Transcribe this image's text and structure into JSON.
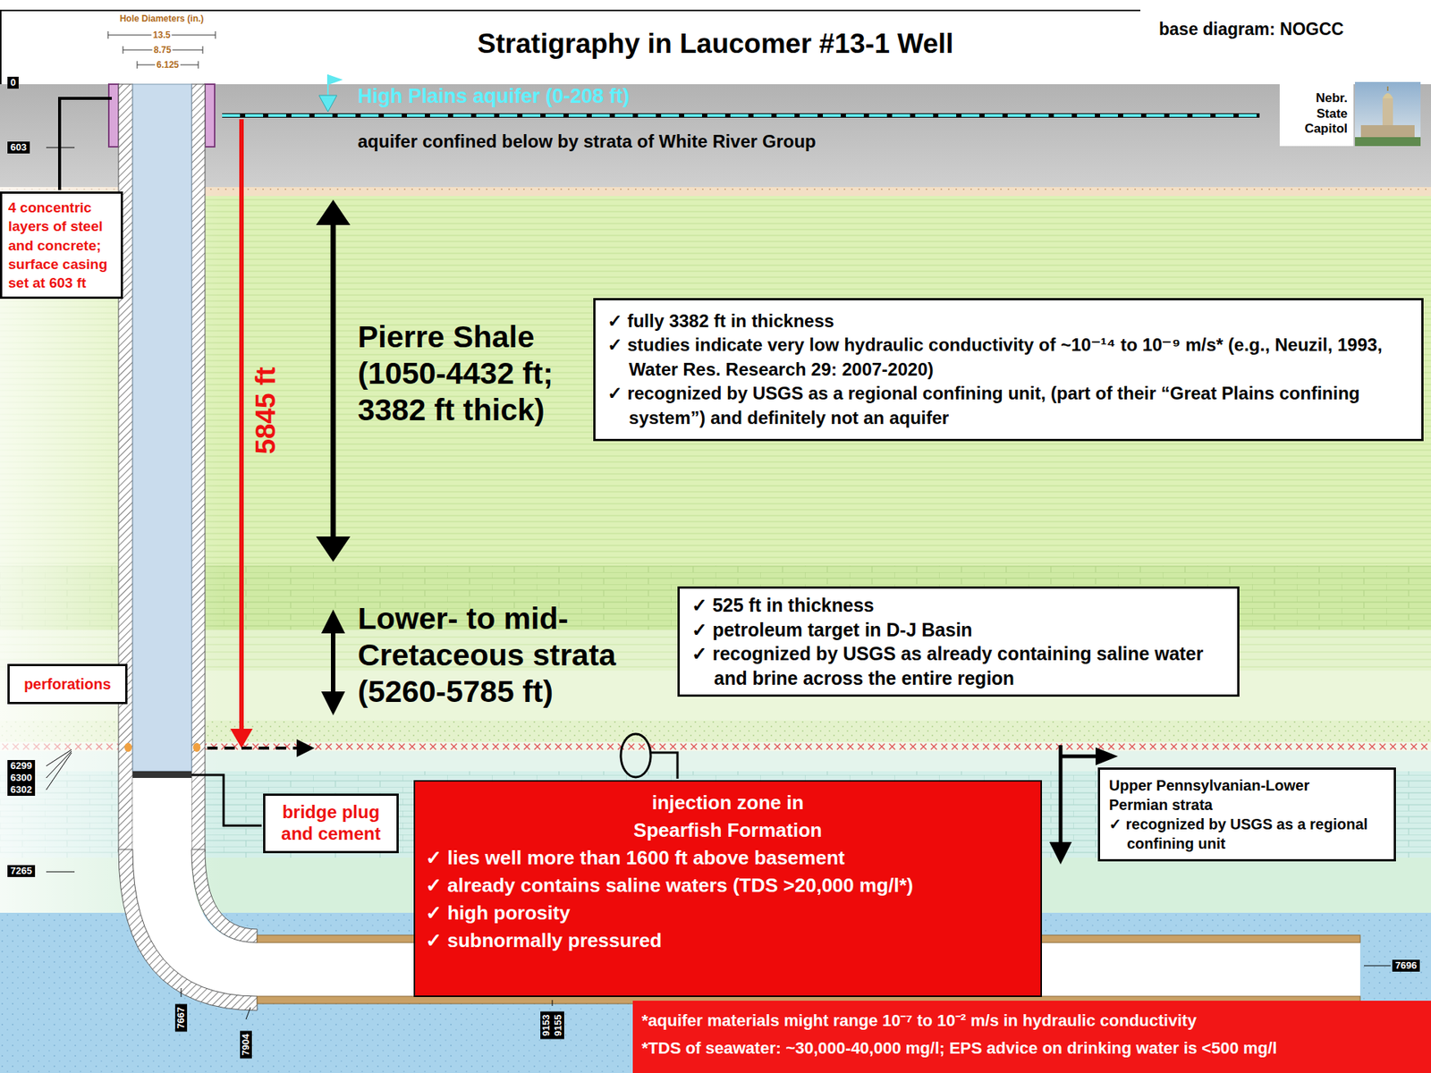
{
  "diagram": {
    "title": "Stratigraphy in Laucomer #13-1 Well",
    "nodes": [
      {
        "text": [
          "Nebr. State Capitol"
        ]
      },
      {
        "text": [
          "4 concentric layers of steel and concrete; surface casing set at 603 ft"
        ]
      },
      {
        "text": [
          "✓ fully 3382 ft in thickness",
          "✓ studies indicate very low hydraulic conductivity of ~10⁻¹⁴ to 10⁻⁹ m/s* (e.g., Neuzil, 1993, Water Res. Research 29: 2007-2020)",
          "✓ recognized by USGS as a regional confining unit, (part of their “Great Plains confining system”) and definitely not an aquifer"
        ]
      },
      {
        "text": [
          "✓ 525 ft in thickness",
          "✓ petroleum target in D-J Basin",
          "✓ recognized by USGS as already containing saline water and brine across the entire region"
        ]
      },
      {
        "text": [
          "perforations"
        ]
      },
      {
        "text": [
          "injection zone in Spearfish Formation",
          "✓ lies well more than 1600 ft above basement",
          "✓ already contains saline waters (TDS >20,000 mg/l*)",
          "✓ high porosity",
          "✓ subnormally pressured"
        ]
      },
      {
        "text": [
          "bridge plug and cement"
        ]
      },
      {
        "text": [
          "Upper Pennsylvanian-Lower Permian strata",
          "✓ recognized by USGS as a regional confining unit"
        ]
      },
      {
        "text": [
          "*aquifer materials might range 10⁻⁷ to 10⁻² m/s in hydraulic conductivity",
          "*TDS of seawater: ~30,000-40,000 mg/l; EPS advice on drinking water is <500 mg/l"
        ]
      }
    ],
    "labels": [
      "Hole Diameters (in.)",
      "13.5",
      "8.75",
      "6.125",
      "base diagram: NOGCC",
      "0",
      "603",
      "High Plains aquifer (0-208 ft)",
      "aquifer confined below by strata of White River Group",
      "5845 ft",
      "Pierre Shale (1050-4432 ft; 3382 ft thick)",
      "Lower- to mid- Cretaceous strata (5260-5785 ft)",
      "6299",
      "6300",
      "6302",
      "7265",
      "7696",
      "7667",
      "7904",
      "9153",
      "9155"
    ]
  }
}
